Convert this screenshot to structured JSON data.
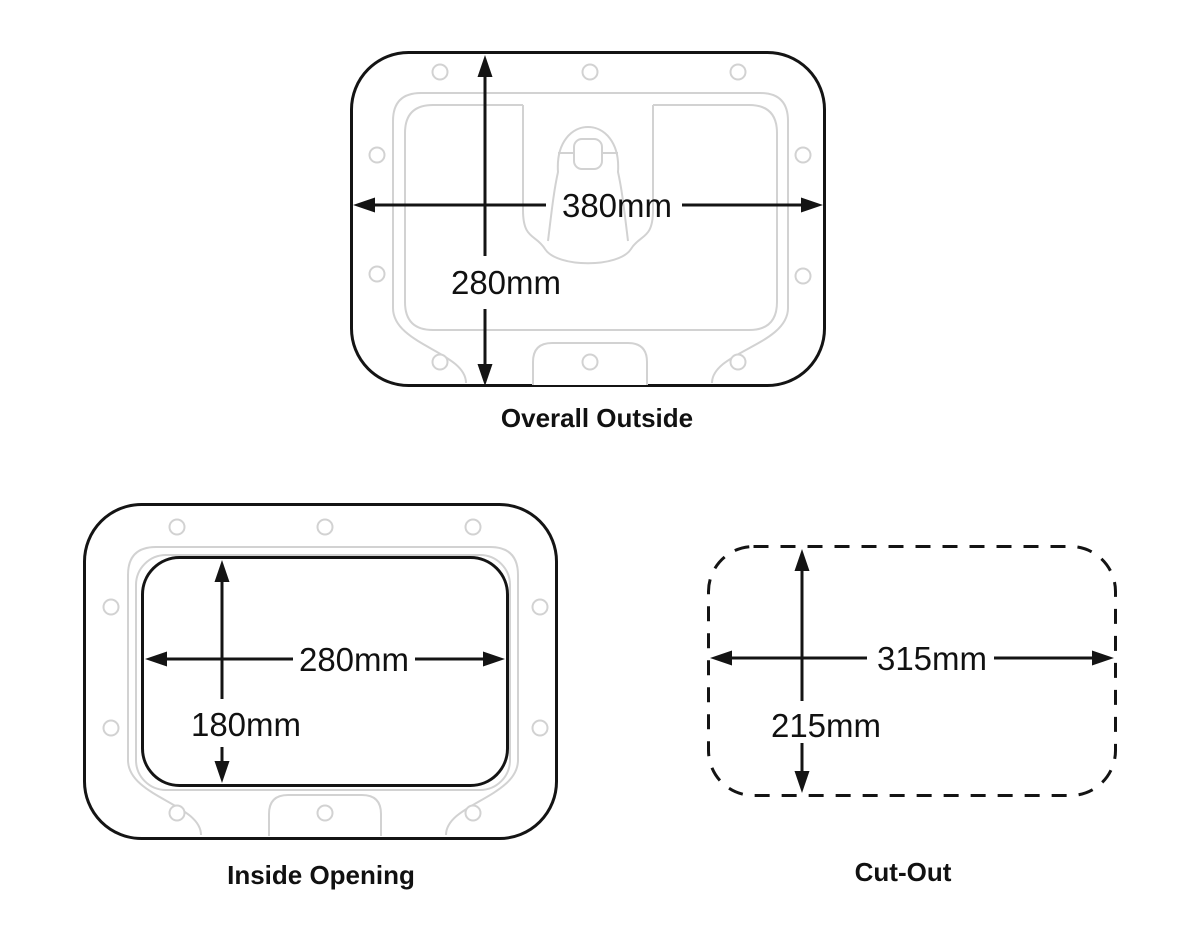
{
  "colors": {
    "outline": "#141414",
    "detail_gray": "#d2d2d2",
    "background": "#ffffff"
  },
  "diagrams": [
    {
      "id": "overall-outside",
      "caption": "Overall Outside",
      "width_label": "380mm",
      "height_label": "280mm",
      "outline_style": "solid",
      "screw_hole_count": 10
    },
    {
      "id": "inside-opening",
      "caption": "Inside Opening",
      "width_label": "280mm",
      "height_label": "180mm",
      "outline_style": "solid",
      "screw_hole_count": 10
    },
    {
      "id": "cut-out",
      "caption": "Cut-Out",
      "width_label": "315mm",
      "height_label": "215mm",
      "outline_style": "dashed",
      "screw_hole_count": 0
    }
  ]
}
